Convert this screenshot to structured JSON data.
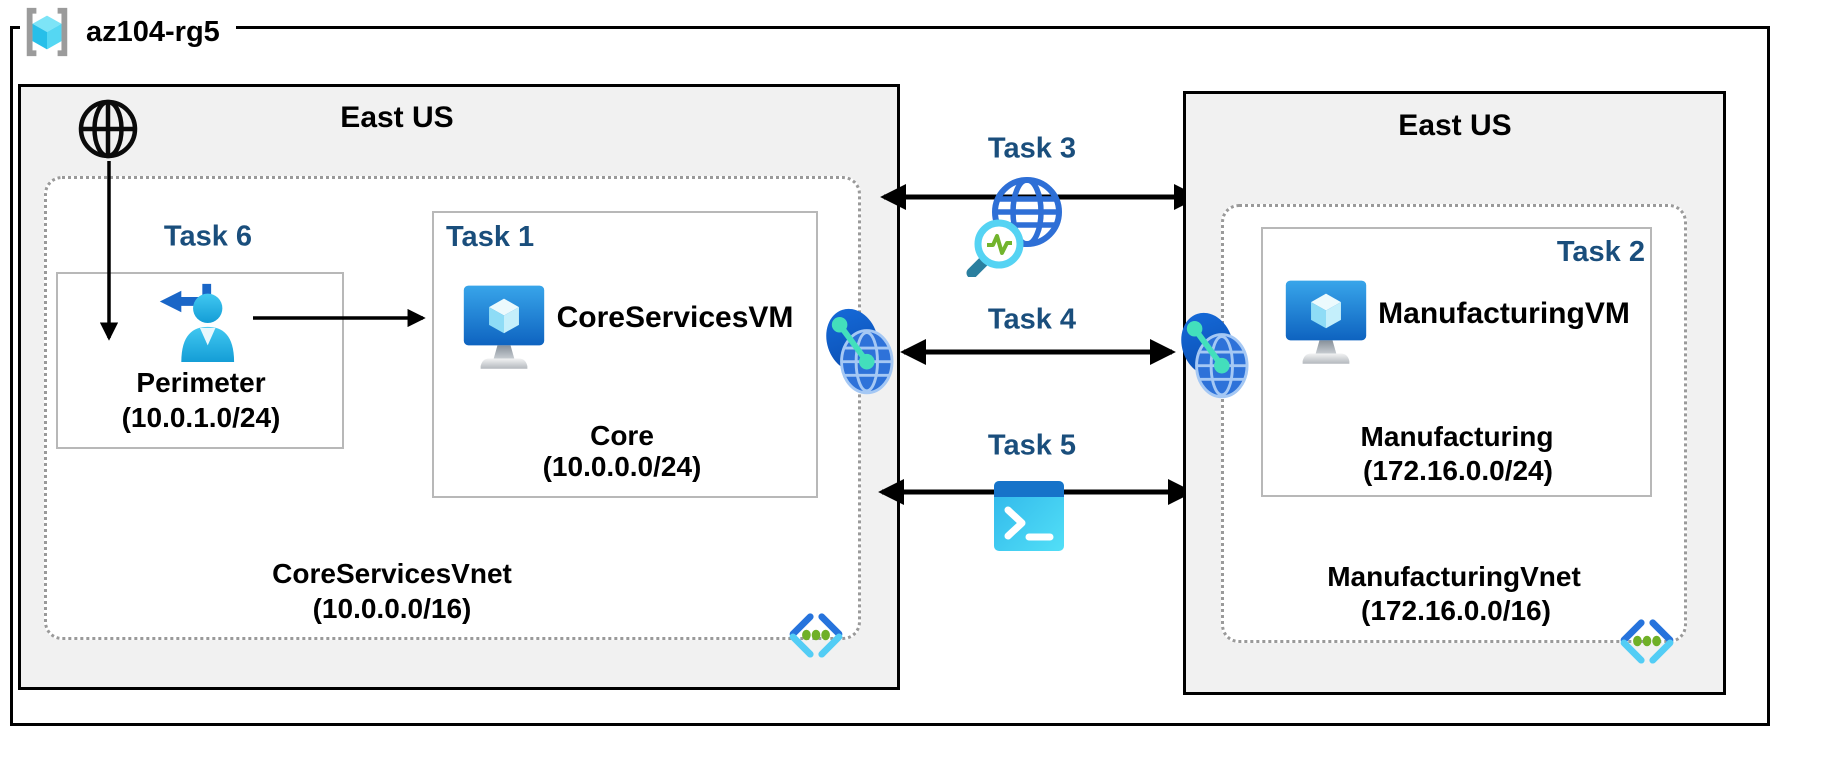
{
  "colors": {
    "task_label": "#1a4e7c",
    "region_bg": "#f1f1f1",
    "region_border": "#000000",
    "dotted_border": "#9a9a9a",
    "subnet_border": "#b8b8b8",
    "arrow": "#000000",
    "text": "#000000",
    "azure_blue": "#1b72cf",
    "azure_cyan": "#35c1ec",
    "peering_teal": "#43dfbc",
    "vnet_green": "#6fb027"
  },
  "resource_group": {
    "name": "az104-rg5",
    "icon": "resource-group-icon"
  },
  "regions": {
    "left": {
      "name": "East US",
      "internet_icon": "internet-icon",
      "task6_label": "Task 6",
      "perimeter_subnet": {
        "name": "Perimeter",
        "cidr": "(10.0.1.0/24)",
        "icon": "user-access-icon"
      },
      "task1": {
        "label": "Task 1",
        "vm_name": "CoreServicesVM",
        "subnet_name": "Core",
        "subnet_cidr": "(10.0.0.0/24)",
        "vm_icon": "virtual-machine-icon"
      },
      "vnet": {
        "name": "CoreServicesVnet",
        "cidr": "(10.0.0.0/16)",
        "icon": "virtual-network-icon"
      },
      "peering_icon": "vnet-peering-icon"
    },
    "right": {
      "name": "East US",
      "task2": {
        "label": "Task 2",
        "vm_name": "ManufacturingVM",
        "subnet_name": "Manufacturing",
        "subnet_cidr": "(172.16.0.0/24)",
        "vm_icon": "virtual-machine-icon"
      },
      "vnet": {
        "name": "ManufacturingVnet",
        "cidr": "(172.16.0.0/16)",
        "icon": "virtual-network-icon"
      },
      "peering_icon": "vnet-peering-icon"
    }
  },
  "connections": {
    "task3": {
      "label": "Task 3",
      "icon": "network-watcher-icon"
    },
    "task4": {
      "label": "Task 4",
      "icon": "vnet-peering-icon"
    },
    "task5": {
      "label": "Task 5",
      "icon": "cloud-shell-icon"
    }
  }
}
